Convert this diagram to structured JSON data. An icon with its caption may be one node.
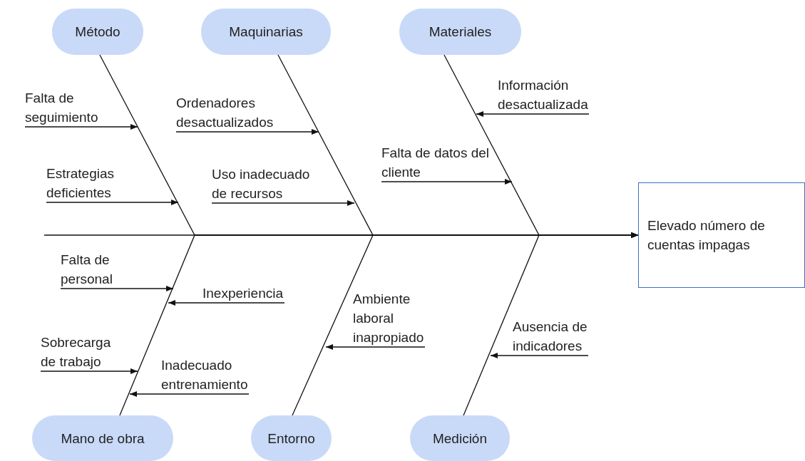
{
  "diagram": {
    "nodes": [
      {
        "text": [
          "Método"
        ]
      },
      {
        "text": [
          "Maquinarias"
        ]
      },
      {
        "text": [
          "Materiales"
        ]
      },
      {
        "text": [
          "Información desactualizada"
        ]
      },
      {
        "text": [
          "Falta de seguimiento"
        ]
      },
      {
        "text": [
          "Ordenadores desactualizados"
        ]
      },
      {
        "text": [
          "Falta de datos del cliente"
        ]
      },
      {
        "text": [
          "Estrategias deficientes"
        ]
      },
      {
        "text": [
          "Uso inadecuado de recursos"
        ]
      },
      {
        "text": [
          "Elevado número de cuentas impagas"
        ]
      },
      {
        "text": [
          "Falta de personal"
        ]
      },
      {
        "text": [
          "Inexperiencia"
        ]
      },
      {
        "text": [
          "Ambiente laboral inapropiado"
        ]
      },
      {
        "text": [
          "Ausencia de indicadores"
        ]
      },
      {
        "text": [
          "Sobrecarga de trabajo"
        ]
      },
      {
        "text": [
          "Inadecuado entrenamiento"
        ]
      },
      {
        "text": [
          "Mano de obra"
        ]
      },
      {
        "text": [
          "Entorno"
        ]
      },
      {
        "text": [
          "Medición"
        ]
      }
    ],
    "edges": [
      {
        "from": 0,
        "to": 9,
        "arrow": "to"
      },
      {
        "from": 1,
        "to": 9,
        "arrow": "to"
      },
      {
        "from": 2,
        "to": 9,
        "arrow": "to"
      },
      {
        "from": 16,
        "to": 9,
        "arrow": "to"
      },
      {
        "from": 17,
        "to": 9,
        "arrow": "to"
      },
      {
        "from": 18,
        "to": 9,
        "arrow": "to"
      },
      {
        "from": null,
        "to": 9,
        "arrow": "to"
      },
      {
        "from": 3,
        "to": null,
        "arrow": "to"
      },
      {
        "from": 4,
        "to": null,
        "arrow": "to"
      },
      {
        "from": 5,
        "to": null,
        "arrow": "to"
      },
      {
        "from": 6,
        "to": null,
        "arrow": "to"
      },
      {
        "from": 7,
        "to": null,
        "arrow": "to"
      },
      {
        "from": 8,
        "to": null,
        "arrow": "to"
      },
      {
        "from": 10,
        "to": null,
        "arrow": "to"
      },
      {
        "from": 11,
        "to": null,
        "arrow": "to"
      },
      {
        "from": 12,
        "to": null,
        "arrow": "to"
      },
      {
        "from": 13,
        "to": null,
        "arrow": "to"
      },
      {
        "from": 14,
        "to": null,
        "arrow": "to"
      },
      {
        "from": 15,
        "to": null,
        "arrow": "to"
      }
    ]
  }
}
